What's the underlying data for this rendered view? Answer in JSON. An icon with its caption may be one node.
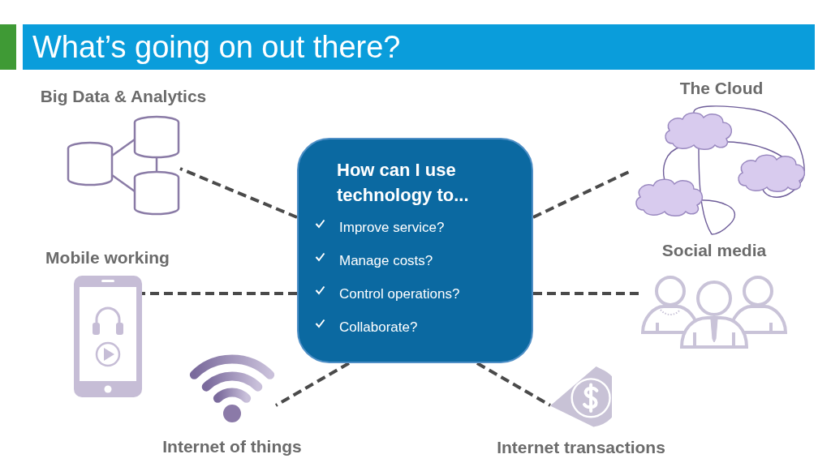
{
  "diagram": {
    "title": "What’s going on out there?",
    "nodes": [
      {
        "text": [
          "Big Data & Analytics"
        ]
      },
      {
        "text": [
          "The Cloud"
        ]
      },
      {
        "text": [
          "How can I use technology to...",
          "Improve service?",
          "Manage costs?",
          "Control operations?",
          "Collaborate?"
        ]
      },
      {
        "text": [
          "Mobile working"
        ]
      },
      {
        "text": [
          "Social media"
        ]
      },
      {
        "text": [
          "Internet of things"
        ]
      },
      {
        "text": [
          "Internet transactions"
        ]
      }
    ],
    "edges": [
      {
        "from": 2,
        "to": 0,
        "arrow": "none",
        "style": "dashed"
      },
      {
        "from": 2,
        "to": 1,
        "arrow": "none",
        "style": "dashed"
      },
      {
        "from": 2,
        "to": 3,
        "arrow": "none",
        "style": "dashed"
      },
      {
        "from": 2,
        "to": 4,
        "arrow": "none",
        "style": "dashed"
      },
      {
        "from": 2,
        "to": 5,
        "arrow": "none",
        "style": "dashed"
      },
      {
        "from": 2,
        "to": 6,
        "arrow": "none",
        "style": "dashed"
      }
    ]
  }
}
